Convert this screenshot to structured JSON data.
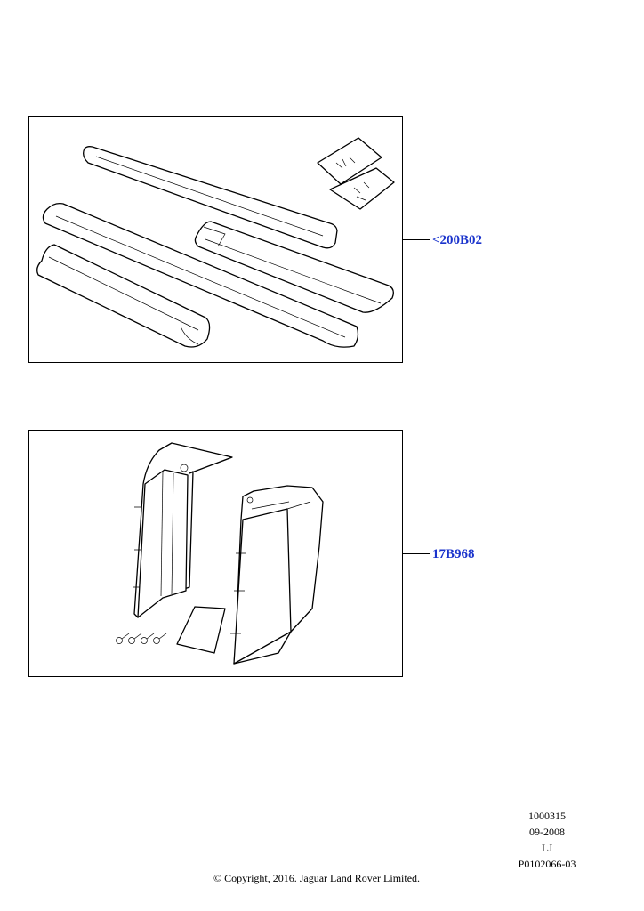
{
  "callouts": [
    {
      "label": "<200B02",
      "color": "#1a33cc"
    },
    {
      "label": "17B968",
      "color": "#1a33cc"
    }
  ],
  "meta": {
    "code": "1000315",
    "date": "09-2008",
    "initials": "LJ",
    "ref": "P0102066-03"
  },
  "copyright": "© Copyright, 2016. Jaguar Land Rover Limited."
}
